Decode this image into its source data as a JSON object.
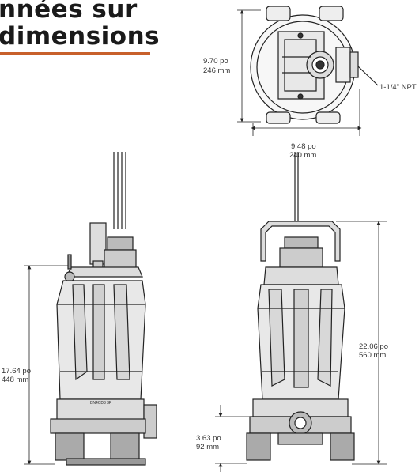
{
  "header": {
    "title_line1": "nnées sur",
    "title_line2": "dimensions",
    "accent_color": "#c8602b"
  },
  "top_view": {
    "height_po": "9.70 po",
    "height_mm": "246 mm",
    "width_po": "9.48 po",
    "width_mm": "240 mm",
    "outlet_label": "1-1/4\" NPT"
  },
  "side_view": {
    "height_po": "17.64 po",
    "height_mm": "448 mm",
    "nameplate": "BN4CD3 3F"
  },
  "front_view": {
    "height_po": "22.06 po",
    "height_mm": "560 mm",
    "base_po": "3.63 po",
    "base_mm": "92 mm"
  }
}
